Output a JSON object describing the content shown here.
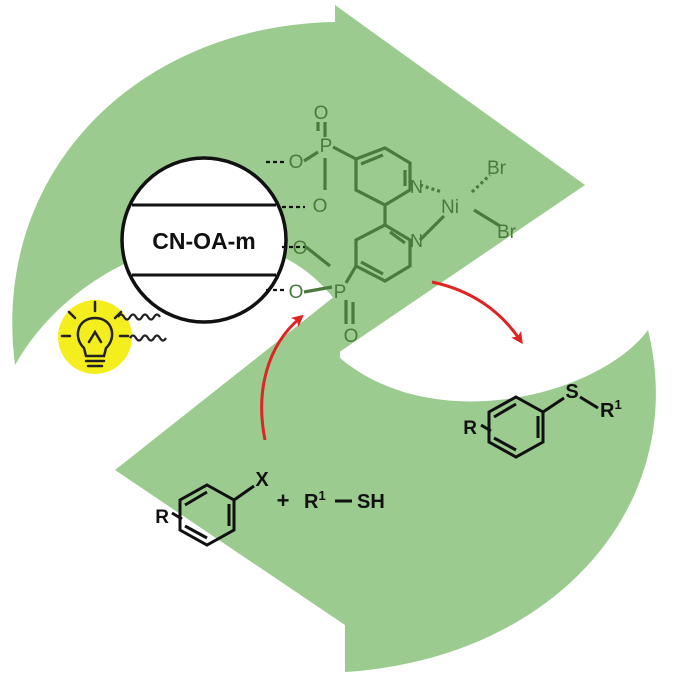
{
  "colors": {
    "cycle_arrow": "#9ccb90",
    "ligand": "#4a7a3c",
    "reaction_arrow": "#e02323",
    "bulb_fill": "#f5ee1e",
    "ink": "#111111"
  },
  "catalyst": {
    "support_label": "CN-OA-m",
    "phosphonate_O": "O",
    "phosphorus": "P",
    "pyridine_N": "N",
    "metal": "Ni",
    "halide": "Br"
  },
  "reactants": {
    "R": "R",
    "X": "X",
    "plus": "+",
    "thiol_R": "R",
    "thiol_sup": "1",
    "thiol_SH": "SH"
  },
  "product": {
    "R": "R",
    "S": "S",
    "R1": "R",
    "R1_sup": "1"
  },
  "icons": [
    "lightbulb-icon"
  ]
}
